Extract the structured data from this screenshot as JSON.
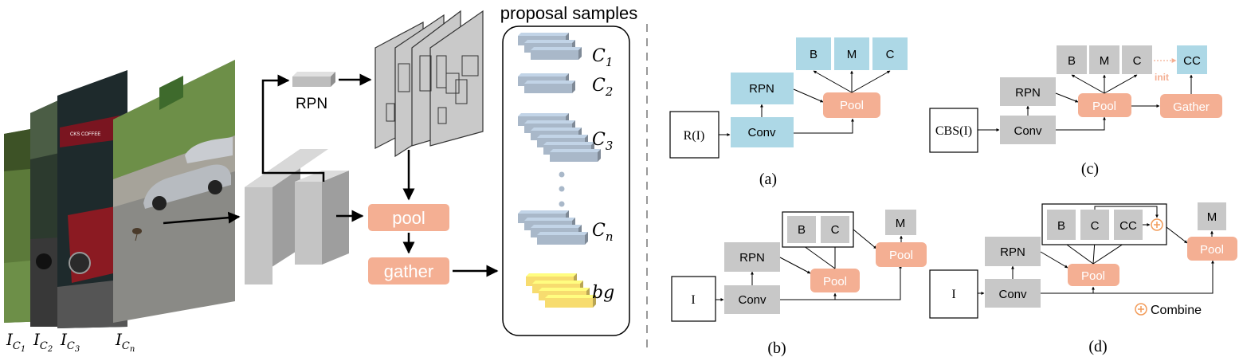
{
  "left_panel": {
    "image_labels": [
      {
        "base": "I",
        "sub": "C",
        "subsub": "1"
      },
      {
        "base": "I",
        "sub": "C",
        "subsub": "2"
      },
      {
        "base": "I",
        "sub": "C",
        "subsub": "3"
      },
      {
        "base": "I",
        "sub": "C",
        "subsub": "n"
      }
    ],
    "photo_sign": "CKS COFFEE",
    "rpn_label": "RPN",
    "pool_label": "pool",
    "gather_label": "gather",
    "proposal_title": "proposal samples",
    "classes": [
      {
        "base": "C",
        "sub": "1"
      },
      {
        "base": "C",
        "sub": "2"
      },
      {
        "base": "C",
        "sub": "3"
      },
      {
        "base": "C",
        "sub": "n"
      }
    ],
    "bg_label": "bg"
  },
  "panel_a": {
    "input": "R(I)",
    "conv": "Conv",
    "rpn": "RPN",
    "pool": "Pool",
    "heads": [
      "B",
      "M",
      "C"
    ],
    "caption": "(a)"
  },
  "panel_b": {
    "input": "I",
    "conv": "Conv",
    "rpn": "RPN",
    "pool1": "Pool",
    "pool2": "Pool",
    "heads": [
      "B",
      "C"
    ],
    "extra_head": "M",
    "caption": "(b)"
  },
  "panel_c": {
    "input": "CBS(I)",
    "conv": "Conv",
    "rpn": "RPN",
    "pool": "Pool",
    "gather": "Gather",
    "heads": [
      "B",
      "M",
      "C"
    ],
    "cc": "CC",
    "init": "init",
    "caption": "(c)"
  },
  "panel_d": {
    "input": "I",
    "conv": "Conv",
    "rpn": "RPN",
    "pool1": "Pool",
    "pool2": "Pool",
    "heads": [
      "B",
      "C",
      "CC"
    ],
    "extra_head": "M",
    "combine_label": "Combine",
    "caption": "(d)"
  },
  "colors": {
    "blue_box": "#add8e6",
    "salmon_box": "#f4af93",
    "gray_box": "#c8c8c8",
    "slab_blue": "#a9b8c9",
    "slab_yellow": "#f7dc6f",
    "orange_accent": "#f29b59"
  }
}
